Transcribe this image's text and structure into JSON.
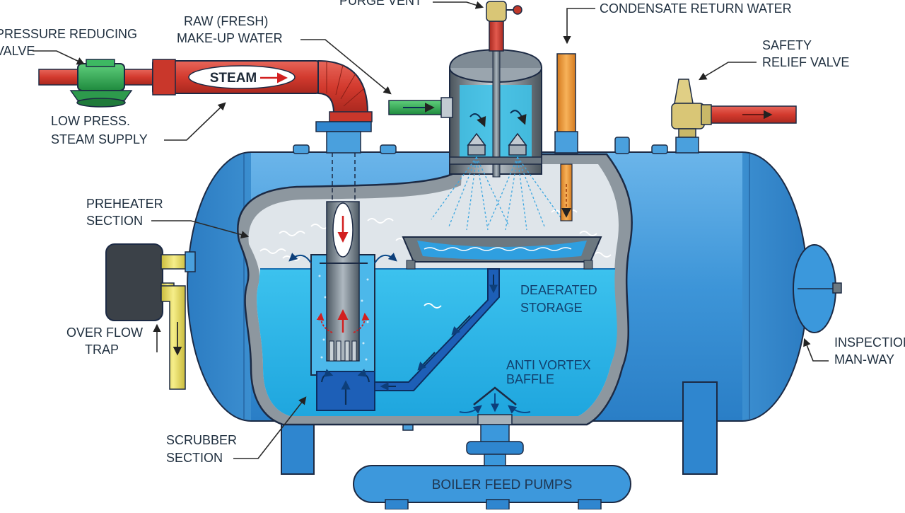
{
  "labels": {
    "purge_vent": "PURGE VENT",
    "condensate_return": "CONDENSATE RETURN WATER",
    "pressure_reducing_1": "PRESSURE REDUCING",
    "pressure_reducing_2": "VALVE",
    "raw_water_1": "RAW (FRESH)",
    "raw_water_2": "MAKE-UP WATER",
    "steam": "STEAM",
    "safety_relief_1": "SAFETY",
    "safety_relief_2": "RELIEF VALVE",
    "low_press_1": "LOW PRESS.",
    "low_press_2": "STEAM SUPPLY",
    "preheater_1": "PREHEATER",
    "preheater_2": "SECTION",
    "overflow_1": "OVER FLOW",
    "overflow_2": "TRAP",
    "deaerated_1": "DEAERATED",
    "deaerated_2": "STORAGE",
    "anti_vortex_1": "ANTI VORTEX",
    "anti_vortex_2": "BAFFLE",
    "inspection_1": "INSPECTION",
    "inspection_2": "MAN-WAY",
    "scrubber_1": "SCRUBBER",
    "scrubber_2": "SECTION",
    "boiler_feed_pumps": "BOILER FEED PUMPS"
  },
  "colors": {
    "tank_blue": "#3d95d8",
    "tank_dark": "#2270b8",
    "water": "#25b4e6",
    "steam_pipe": "#d9483a",
    "steel": "#7b8893",
    "valve_green": "#2ea84f",
    "condensate": "#f0a03c",
    "overflow_yellow": "#f2e46a",
    "brass": "#d4c27a"
  }
}
